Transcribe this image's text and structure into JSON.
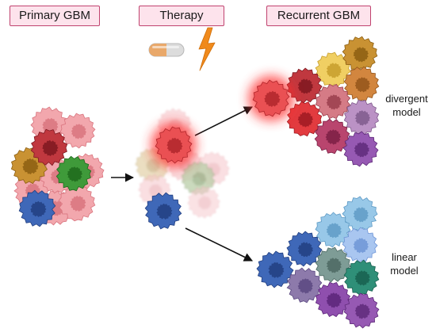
{
  "stages": {
    "primary": "Primary GBM",
    "therapy": "Therapy",
    "recurrent": "Recurrent GBM"
  },
  "models": {
    "divergent": [
      "divergent",
      "model"
    ],
    "linear": [
      "linear",
      "model"
    ]
  },
  "icons": {
    "therapy_pill": "pill-icon",
    "therapy_radiation": "lightning-bolt-icon"
  },
  "colors": {
    "label_border": "#c0436f",
    "label_fill": "#fde3ec",
    "arrow": "#111111",
    "pill_orange": "#e9a86a",
    "bolt": "#f08a1c"
  }
}
